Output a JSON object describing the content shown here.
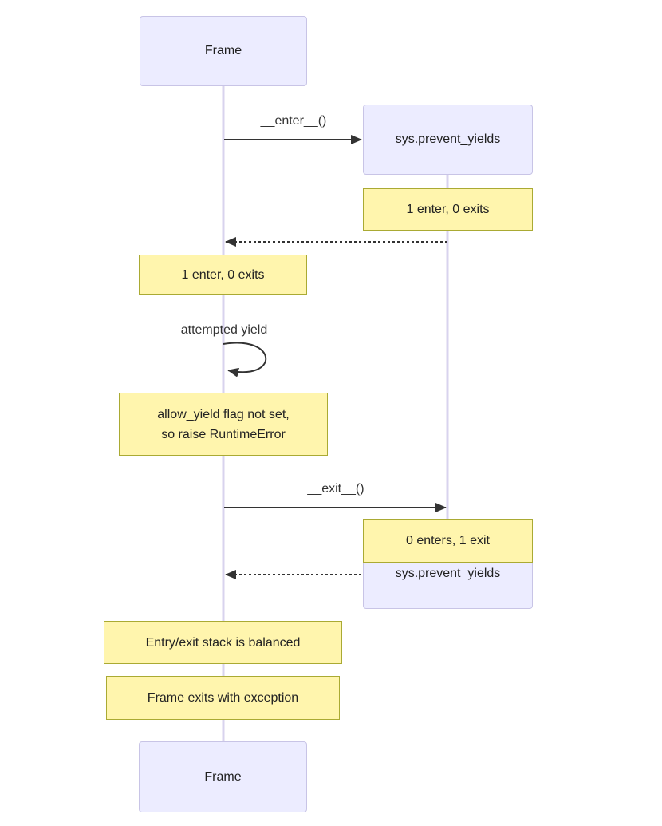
{
  "diagram": {
    "type": "sequence-diagram",
    "participants": {
      "frame": "Frame",
      "sys": "sys.prevent_yields"
    },
    "messages": {
      "enter": "__enter__()",
      "self_loop": "attempted yield",
      "exit": "__exit__()"
    },
    "notes": {
      "sys_enter": "1 enter, 0 exits",
      "frame_enter": "1 enter, 0 exits",
      "yield_error": "allow_yield flag not set,\nso raise RuntimeError",
      "sys_exit": "0 enters, 1 exit",
      "stack_balanced": "Entry/exit stack is balanced",
      "frame_exception": "Frame exits with exception"
    },
    "colors": {
      "actor_fill": "#ECECFF",
      "actor_border": "#C8C4E6",
      "note_fill": "#FFF5AD",
      "note_border": "#AAAA33",
      "message_line": "#333333",
      "lifeline": "#D8D3EE"
    }
  }
}
